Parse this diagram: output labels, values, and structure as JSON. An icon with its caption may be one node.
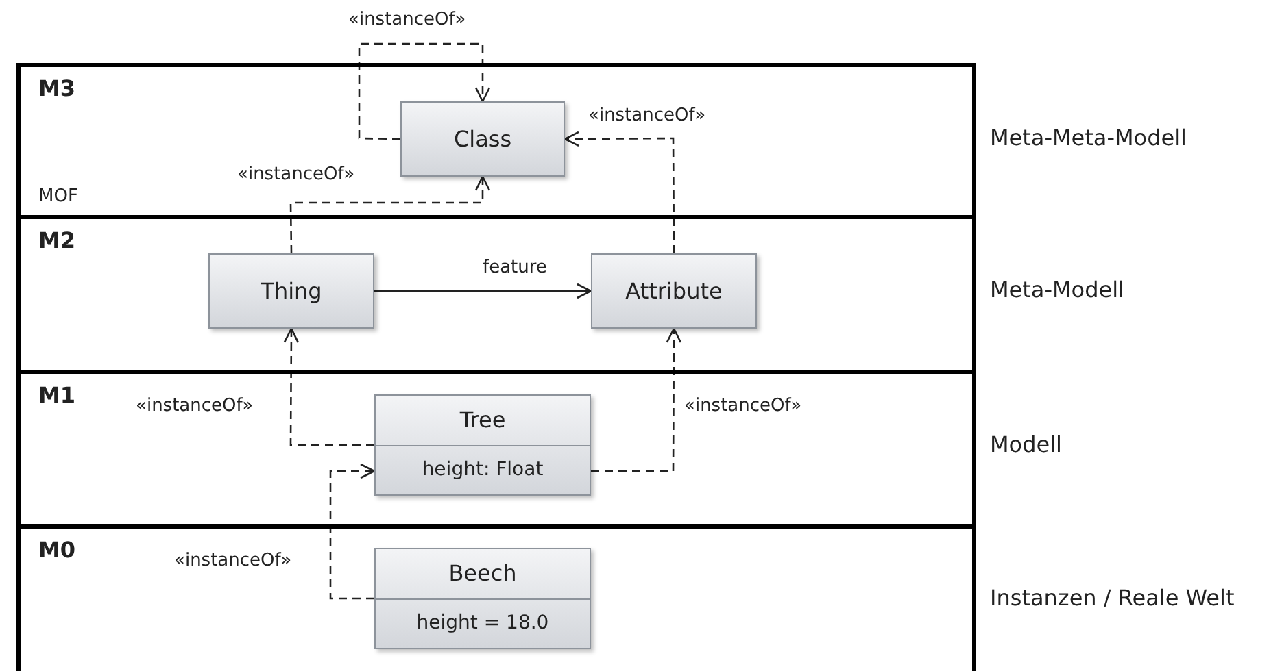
{
  "diagram": {
    "nodes": [
      {
        "text": [
          "M3",
          "MOF"
        ],
        "beside": [
          "Meta-Meta-Modell"
        ]
      },
      {
        "text": [
          "Class"
        ],
        "in": 0
      },
      {
        "text": [
          "M2"
        ],
        "beside": [
          "Meta-Modell"
        ]
      },
      {
        "text": [
          "Thing"
        ],
        "in": 2
      },
      {
        "text": [
          "Attribute"
        ],
        "in": 2
      },
      {
        "text": [
          "M1"
        ],
        "beside": [
          "Modell"
        ]
      },
      {
        "text": [
          "Tree",
          "height: Float"
        ],
        "in": 5
      },
      {
        "text": [
          "M0"
        ],
        "beside": [
          "Instanzen / Reale Welt"
        ]
      },
      {
        "text": [
          "Beech",
          "height = 18.0"
        ],
        "in": 7
      }
    ],
    "edges": [
      {
        "from": 1,
        "to": 1,
        "arrow": "to",
        "style": "dashed",
        "label": "«instanceOf»"
      },
      {
        "from": 3,
        "to": 1,
        "arrow": "to",
        "style": "dashed",
        "label": "«instanceOf»"
      },
      {
        "from": 4,
        "to": 1,
        "arrow": "to",
        "style": "dashed",
        "label": "«instanceOf»"
      },
      {
        "from": 3,
        "to": 4,
        "arrow": "to",
        "label": "feature"
      },
      {
        "from": 6,
        "to": 3,
        "arrow": "to",
        "style": "dashed",
        "label": "«instanceOf»"
      },
      {
        "from": 6,
        "to": 4,
        "arrow": "to",
        "style": "dashed",
        "label": "«instanceOf»"
      },
      {
        "from": 8,
        "to": 6,
        "arrow": "to",
        "style": "dashed",
        "label": "«instanceOf»"
      }
    ]
  }
}
